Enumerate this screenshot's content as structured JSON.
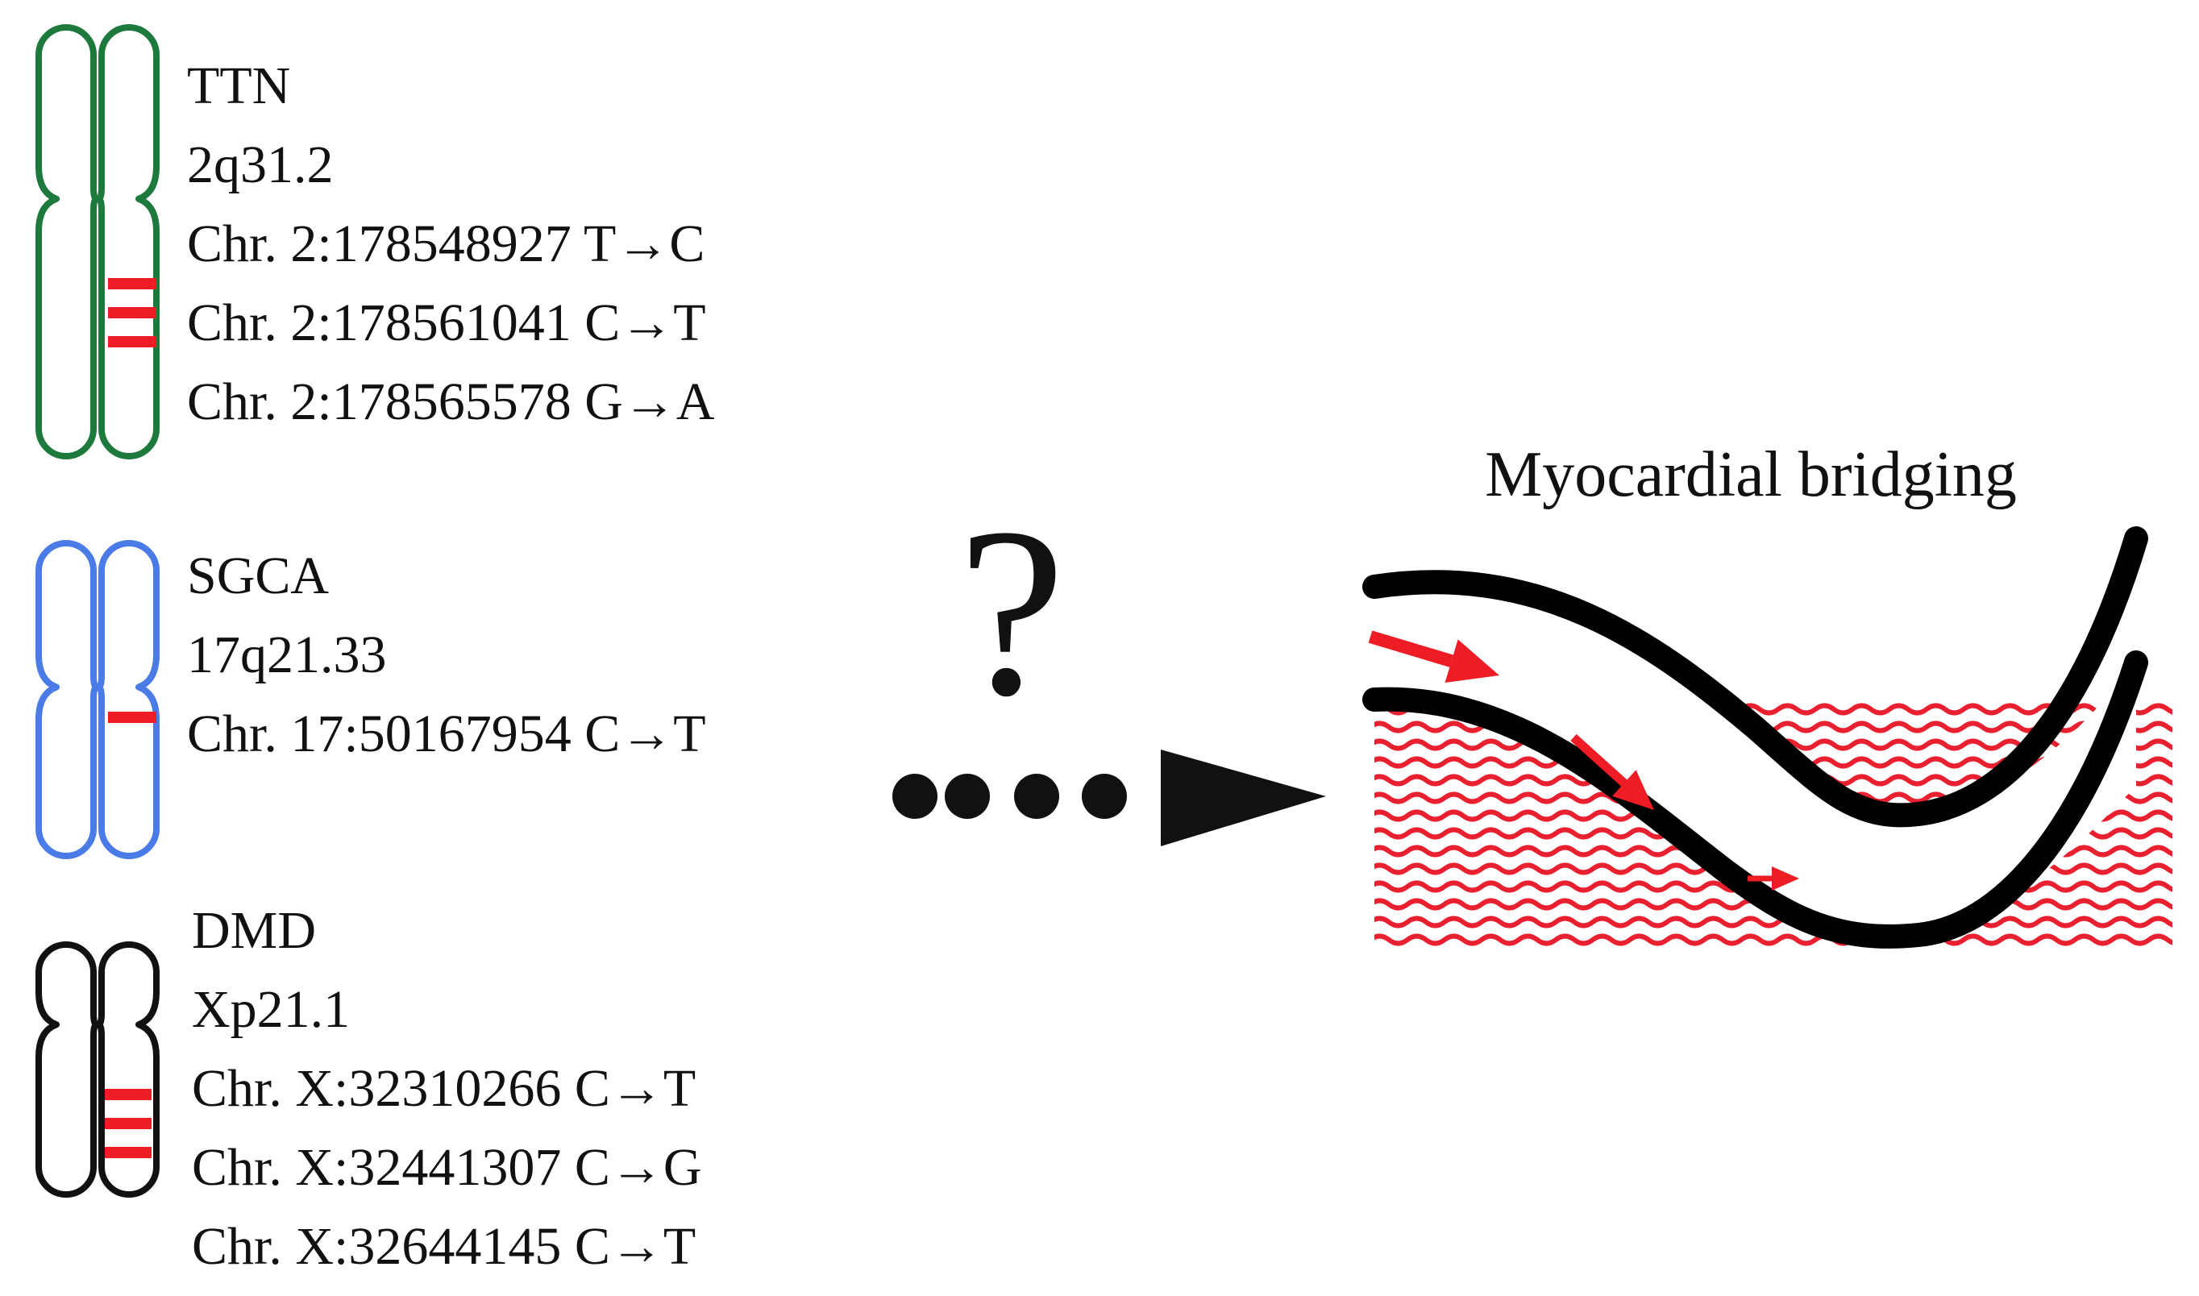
{
  "genes": [
    {
      "name": "TTN",
      "locus": "2q31.2",
      "chromosome_color": "#1e7a3c",
      "variants": [
        "Chr. 2:178548927 T→C",
        "Chr. 2:178561041 C→T",
        "Chr. 2:178565578 G→A"
      ]
    },
    {
      "name": "SGCA",
      "locus": "17q21.33",
      "chromosome_color": "#4a7be6",
      "variants": [
        "Chr. 17:50167954 C→T"
      ]
    },
    {
      "name": "DMD",
      "locus": "Xp21.1",
      "chromosome_color": "#111111",
      "variants": [
        "Chr. X:32310266 C→T",
        "Chr. X:32441307 C→G",
        "Chr. X:32644145 C→T"
      ]
    }
  ],
  "band_color": "#ee1c24",
  "question_mark": "?",
  "outcome": {
    "title": "Myocardial bridging",
    "vessel_color": "#000000",
    "muscle_color": "#e8202f",
    "flow_arrow_color": "#ee1c24"
  }
}
